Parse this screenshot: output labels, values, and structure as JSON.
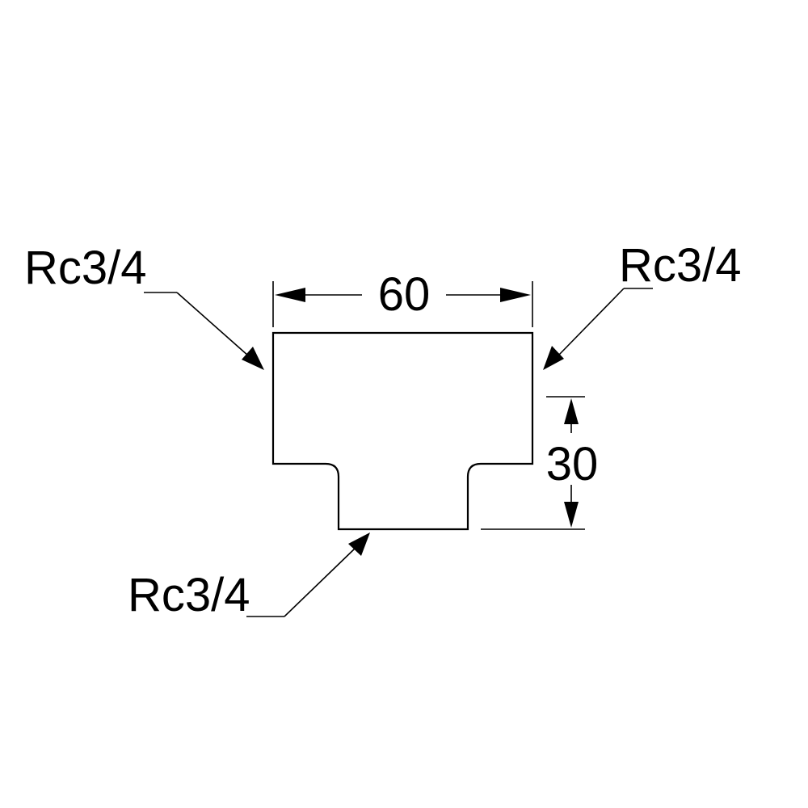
{
  "diagram": {
    "dimension_width": {
      "value": "60"
    },
    "dimension_height": {
      "value": "30"
    },
    "port_left": {
      "label": "Rc3/4"
    },
    "port_right": {
      "label": "Rc3/4"
    },
    "port_bottom": {
      "label": "Rc3/4"
    }
  },
  "colors": {
    "stroke": "#000000",
    "background": "#ffffff"
  }
}
